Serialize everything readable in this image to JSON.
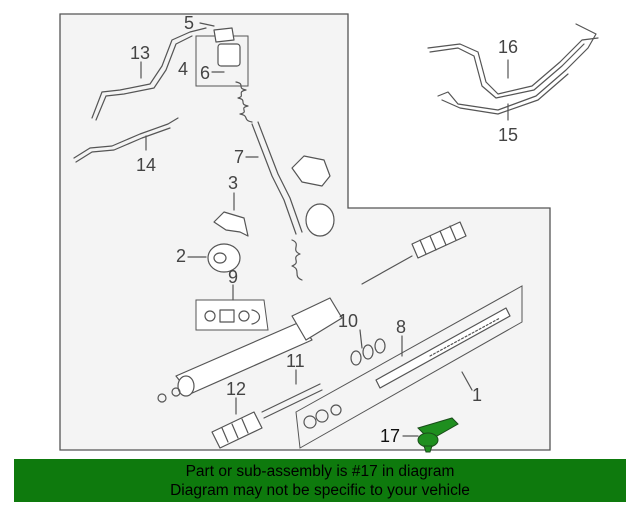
{
  "callouts": {
    "c1": "1",
    "c2": "2",
    "c3": "3",
    "c4": "4",
    "c5": "5",
    "c6": "6",
    "c7": "7",
    "c8": "8",
    "c9": "9",
    "c10": "10",
    "c11": "11",
    "c12": "12",
    "c13": "13",
    "c14": "14",
    "c15": "15",
    "c16": "16",
    "c17": "17"
  },
  "highlight_part": "17",
  "colors": {
    "banner": "#0e7a0d",
    "highlight_part_fill": "#1f8f1f",
    "line": "#555555",
    "panel": "#f4f4f4"
  },
  "footer": {
    "line1": "Part or sub-assembly is #17 in diagram",
    "line2": "Diagram may not be specific to your vehicle"
  }
}
